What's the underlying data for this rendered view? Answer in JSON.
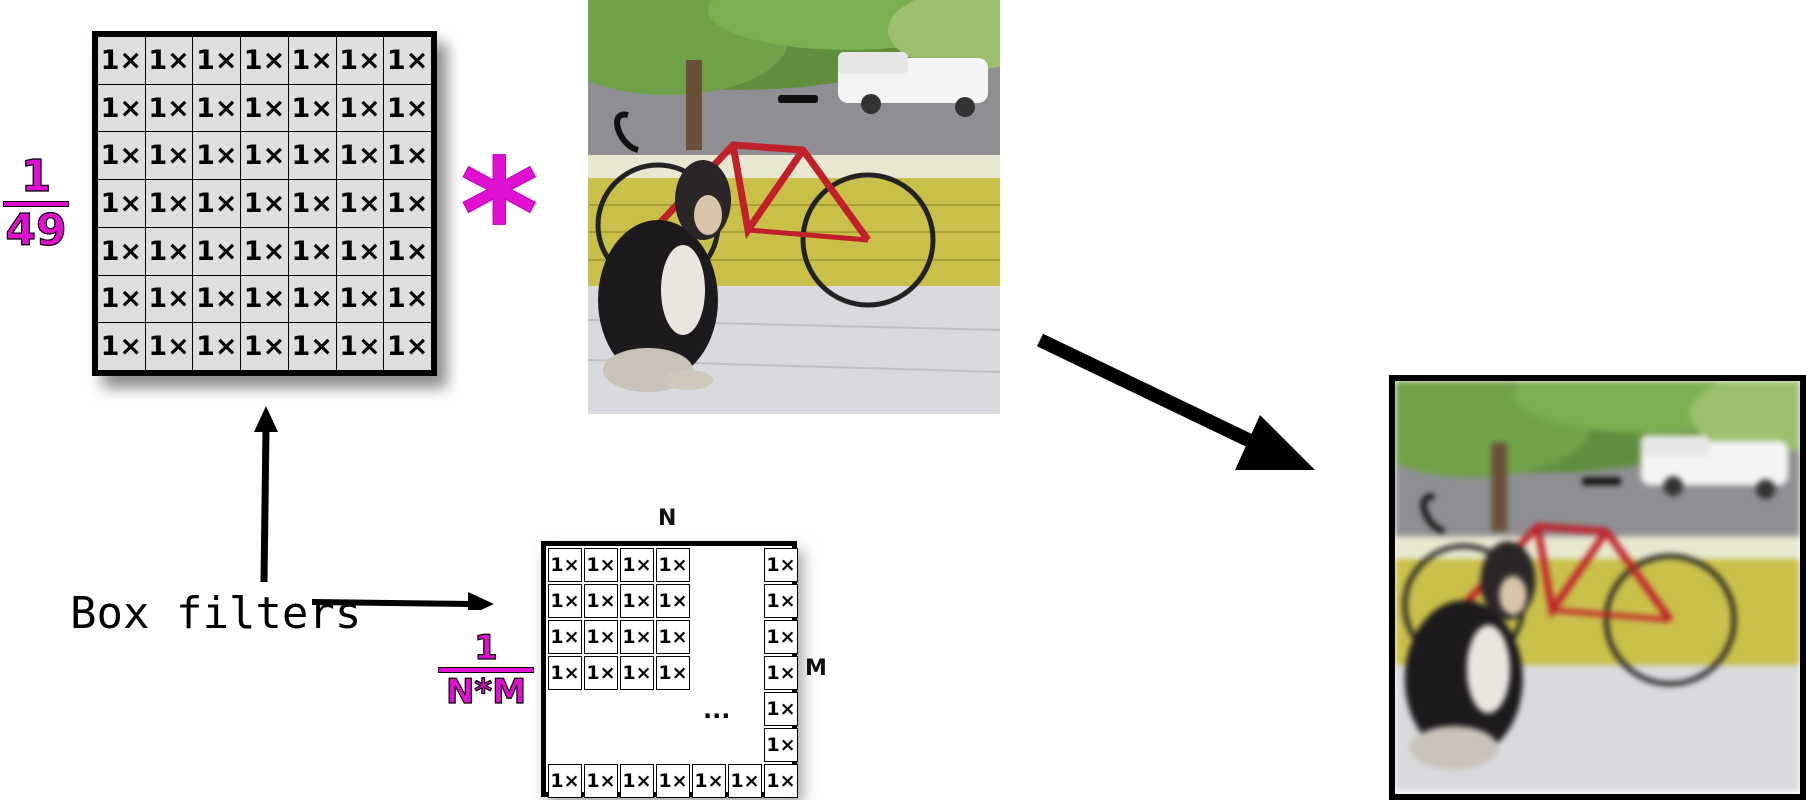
{
  "kernel_7x7": {
    "cell_label": "1×",
    "rows": 7,
    "cols": 7,
    "fraction": {
      "numerator": "1",
      "denominator": "49"
    }
  },
  "operator_symbol": "*",
  "kernel_NxM": {
    "cell_label": "1×",
    "col_label": "N",
    "row_label": "M",
    "ellipsis": "...",
    "fraction": {
      "numerator": "1",
      "denominator": "N*M"
    }
  },
  "caption": "Box filters",
  "colors": {
    "accent": "#e010d0",
    "border": "#000000",
    "cell_fill": "#dedede"
  },
  "images": {
    "source": "dog-with-bicycle-photo",
    "output": "blurred-dog-with-bicycle-photo"
  }
}
